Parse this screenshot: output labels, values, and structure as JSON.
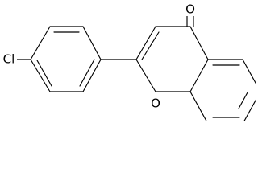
{
  "molecule": {
    "atom_labels": {
      "carbonyl_oxygen": "O",
      "ring_oxygen": "O",
      "chlorine": "Cl"
    }
  }
}
